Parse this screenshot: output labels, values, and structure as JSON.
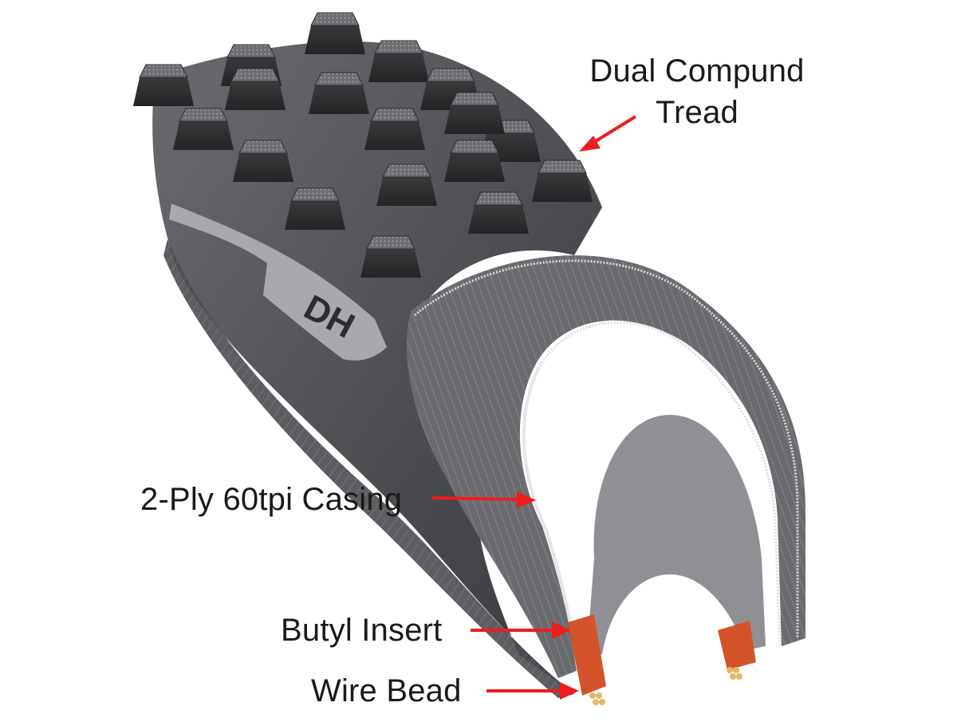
{
  "labels": {
    "tread_line1": "Dual Compund",
    "tread_line2": "Tread",
    "casing": "2-Ply 60tpi Casing",
    "butyl": "Butyl Insert",
    "bead": "Wire Bead"
  },
  "sidewall_mark": "DH",
  "colors": {
    "arrow": "#ee1c1c",
    "tire_dark": "#3a3b3d",
    "tire_mid": "#5a5b5e",
    "insert_orange": "#d3542a",
    "bead_wire": "#e3b76d",
    "text": "#1a1a1a"
  }
}
